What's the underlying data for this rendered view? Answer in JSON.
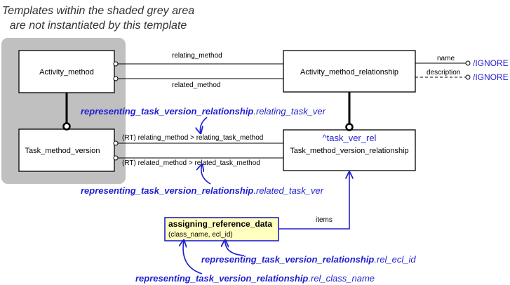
{
  "title_line1": "Templates within the shaded grey area",
  "title_line2": "are not instantiated by this template",
  "boxes": {
    "activity_method": "Activity_method",
    "task_method_version": "Task_method_version",
    "activity_method_relationship": "Activity_method_relationship",
    "task_method_version_relationship": "Task_method_version_relationship",
    "task_ver_rel_param": "^task_ver_rel",
    "assigning_ref_data_title": "assigning_reference_data",
    "assigning_ref_data_params": "(class_name, ecl_id)"
  },
  "edges": {
    "relating_method": "relating_method",
    "related_method": "related_method",
    "name": "name",
    "description": "description",
    "ignore": "/IGNORE",
    "rt_relating": "(RT) relating_method > relating_task_method",
    "rt_related": "(RT) related_method > related_task_method",
    "items": "items"
  },
  "annotations": {
    "ref_prefix": "representing_task_version_relationship",
    "relating_task_ver": ".relating_task_ver",
    "related_task_ver": ".related_task_ver",
    "rel_ecl_id": ".rel_ecl_id",
    "rel_class_name": ".rel_class_name"
  },
  "colors": {
    "grey_area": "#c0c0c0",
    "blue": "#1f1fd0",
    "ref_box_fill": "#ffffc0"
  }
}
